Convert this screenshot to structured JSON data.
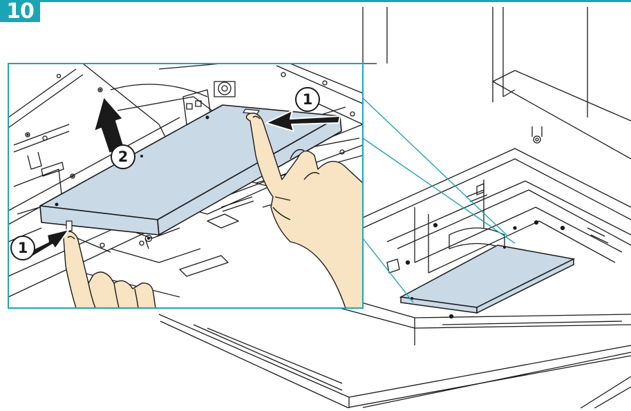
{
  "step": {
    "number": "10"
  },
  "callouts": {
    "top_push": "1",
    "lift": "2",
    "bottom_push": "1"
  },
  "colors": {
    "accent": "#1ba5b4",
    "panel": "#c9d9e6",
    "skin": "#f8e3c2",
    "line": "#1a1a1a",
    "arrow": "#1a1a1a"
  },
  "icons": {
    "push_arrow": "arrow-icon",
    "lift_arrow": "arrow-up-icon",
    "hand": "hand-icon"
  }
}
